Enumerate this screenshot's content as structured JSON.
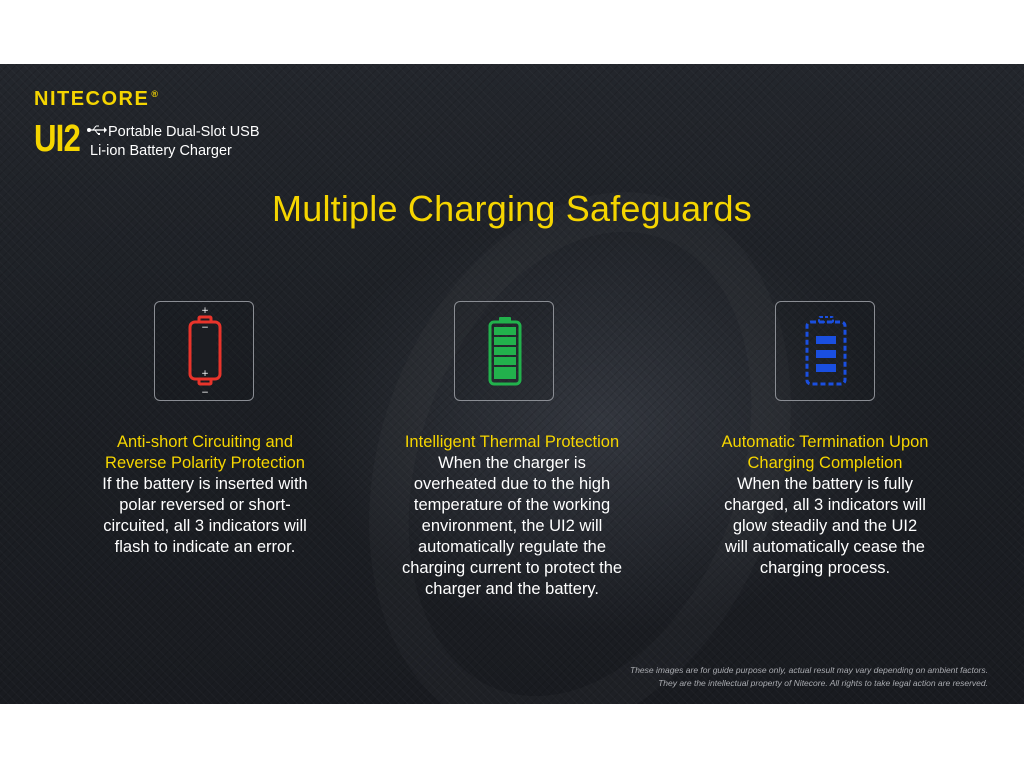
{
  "brand": {
    "logo": "NITECORE",
    "registered": "®",
    "model": "UI2",
    "tagline_line1": "Portable Dual-Slot USB",
    "tagline_line2": "Li-ion Battery Charger"
  },
  "headline": "Multiple Charging Safeguards",
  "features": [
    {
      "icon": "battery-reverse-polarity-icon",
      "title": "Anti-short Circuiting and\nReverse Polarity Protection",
      "body": "If the battery is inserted with\npolar reversed or short-\ncircuited, all 3 indicators will\nflash to indicate an error."
    },
    {
      "icon": "battery-full-green-icon",
      "title": "Intelligent Thermal Protection",
      "body": "When the charger is\noverheated due to the high\ntemperature of the working\nenvironment, the UI2 will\nautomatically regulate the\ncharging current to protect the\ncharger and the battery."
    },
    {
      "icon": "battery-three-bars-blue-icon",
      "title": "Automatic Termination Upon\nCharging Completion",
      "body": "When the battery is fully\ncharged, all 3 indicators will\nglow steadily and the UI2\nwill automatically cease the\ncharging process."
    }
  ],
  "disclaimer": {
    "line1": "These images are for guide purpose only, actual result may vary depending on ambient factors.",
    "line2": "They are the intellectual property of Nitecore. All rights to take legal action are reserved."
  },
  "colors": {
    "accent_yellow": "#f5d500",
    "icon_red": "#e8342b",
    "icon_green": "#22b14c",
    "icon_blue": "#1a4fe0"
  }
}
